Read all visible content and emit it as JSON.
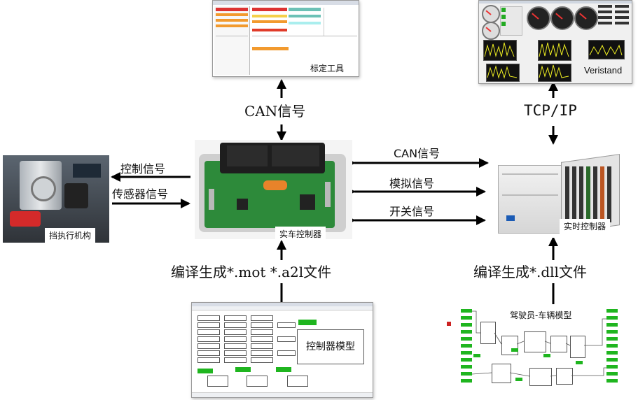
{
  "center_ecu": {
    "caption": "实车控制器"
  },
  "calibration_tool": {
    "caption": "标定工具"
  },
  "veristand": {
    "caption": "Veristand"
  },
  "realtime_controller": {
    "caption": "实时控制器"
  },
  "shift_actuator": {
    "caption": "挡执行机构"
  },
  "controller_model": {
    "caption": "控制器模型"
  },
  "driver_vehicle_model": {
    "caption": "驾驶员-车辆模型"
  },
  "links": {
    "top_center": "CAN信号",
    "top_right": "TCP/IP",
    "left_control": "控制信号",
    "left_sensor": "传感器信号",
    "right_can": "CAN信号",
    "right_analog": "模拟信号",
    "right_switch": "开关信号",
    "bottom_center": "编译生成*.mot *.a2l文件",
    "bottom_right": "编译生成*.dll文件"
  },
  "colors": {
    "arrow": "#000000",
    "pcb_green": "#2d8a3a",
    "model_block_green": "#1fb51f"
  }
}
